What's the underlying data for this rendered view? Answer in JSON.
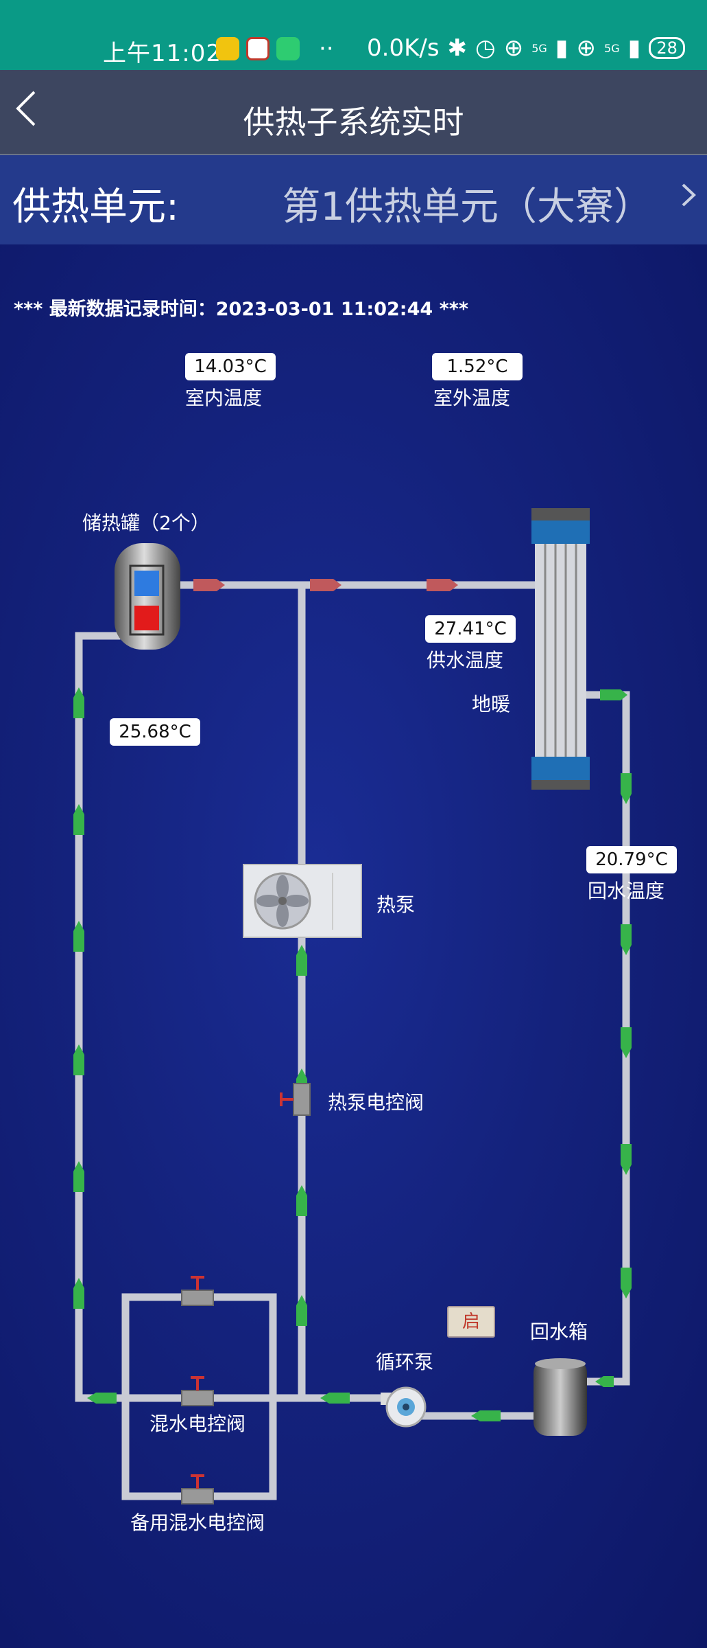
{
  "status_bar": {
    "time": "上午11:02",
    "network_speed": "0.0K/s",
    "signal_1": "5G",
    "signal_2": "5G",
    "battery": "28"
  },
  "header": {
    "back_icon": "chevron-left-icon",
    "title": "供热子系统实时"
  },
  "unit_selector": {
    "label": "供热单元:",
    "value": "第1供热单元（大寮）",
    "chevron_icon": "chevron-right-icon"
  },
  "diagram": {
    "record_time": "*** 最新数据记录时间：2023-03-01 11:02:44 ***",
    "indoor_temp": {
      "value": "14.03°C",
      "label": "室内温度"
    },
    "outdoor_temp": {
      "value": "1.52°C",
      "label": "室外温度"
    },
    "tank": {
      "label": "储热罐（2个）",
      "temp": "25.68°C"
    },
    "supply_temp": {
      "value": "27.41°C",
      "label": "供水温度"
    },
    "floor_heating": {
      "label": "地暖"
    },
    "return_temp": {
      "value": "20.79°C",
      "label": "回水温度"
    },
    "heat_pump": {
      "label": "热泵"
    },
    "heat_pump_valve": {
      "label": "热泵电控阀"
    },
    "circulation_pump": {
      "label": "循环泵",
      "state": "启"
    },
    "return_tank": {
      "label": "回水箱"
    },
    "mixing_valve": {
      "label": "混水电控阀"
    },
    "backup_mixing_valve": {
      "label": "备用混水电控阀"
    },
    "colors": {
      "supply_flow": "#c0595c",
      "return_flow": "#37b34a",
      "pipe": "#c9cbd4"
    }
  }
}
